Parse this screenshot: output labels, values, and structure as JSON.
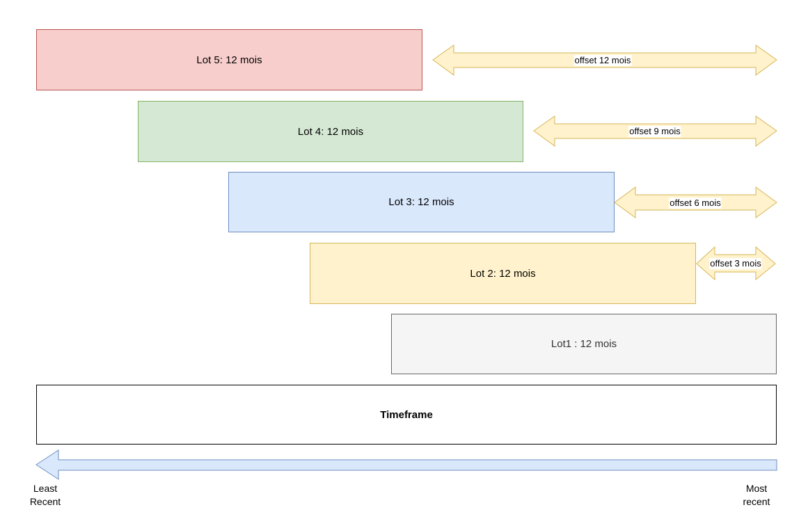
{
  "lots": [
    {
      "id": "lot-5",
      "label": "Lot 5: 12 mois",
      "offset_label": "offset 12 mois"
    },
    {
      "id": "lot-4",
      "label": "Lot 4: 12 mois",
      "offset_label": "offset 9 mois"
    },
    {
      "id": "lot-3",
      "label": "Lot 3: 12 mois",
      "offset_label": "offset 6 mois"
    },
    {
      "id": "lot-2",
      "label": "Lot 2: 12 mois",
      "offset_label": "offset 3 mois"
    },
    {
      "id": "lot-1",
      "label": "Lot1 : 12 mois",
      "offset_label": ""
    }
  ],
  "timeframe": {
    "label": "Timeframe"
  },
  "axis": {
    "least_recent": "Least\nRecent",
    "most_recent": "Most\nrecent"
  },
  "colors": {
    "lot_5_fill": "#f8cecc",
    "lot_5_stroke": "#b85450",
    "lot_4_fill": "#d5e8d4",
    "lot_4_stroke": "#82b366",
    "lot_3_fill": "#dae8fc",
    "lot_3_stroke": "#6c8ebf",
    "lot_2_fill": "#fff2cc",
    "lot_2_stroke": "#d6b656",
    "lot_1_fill": "#f5f5f5",
    "lot_1_stroke": "#666666",
    "offset_arrow_fill": "#fff2cc",
    "offset_arrow_stroke": "#d6b656",
    "time_arrow_fill": "#dae8fc",
    "time_arrow_stroke": "#6c8ebf"
  }
}
